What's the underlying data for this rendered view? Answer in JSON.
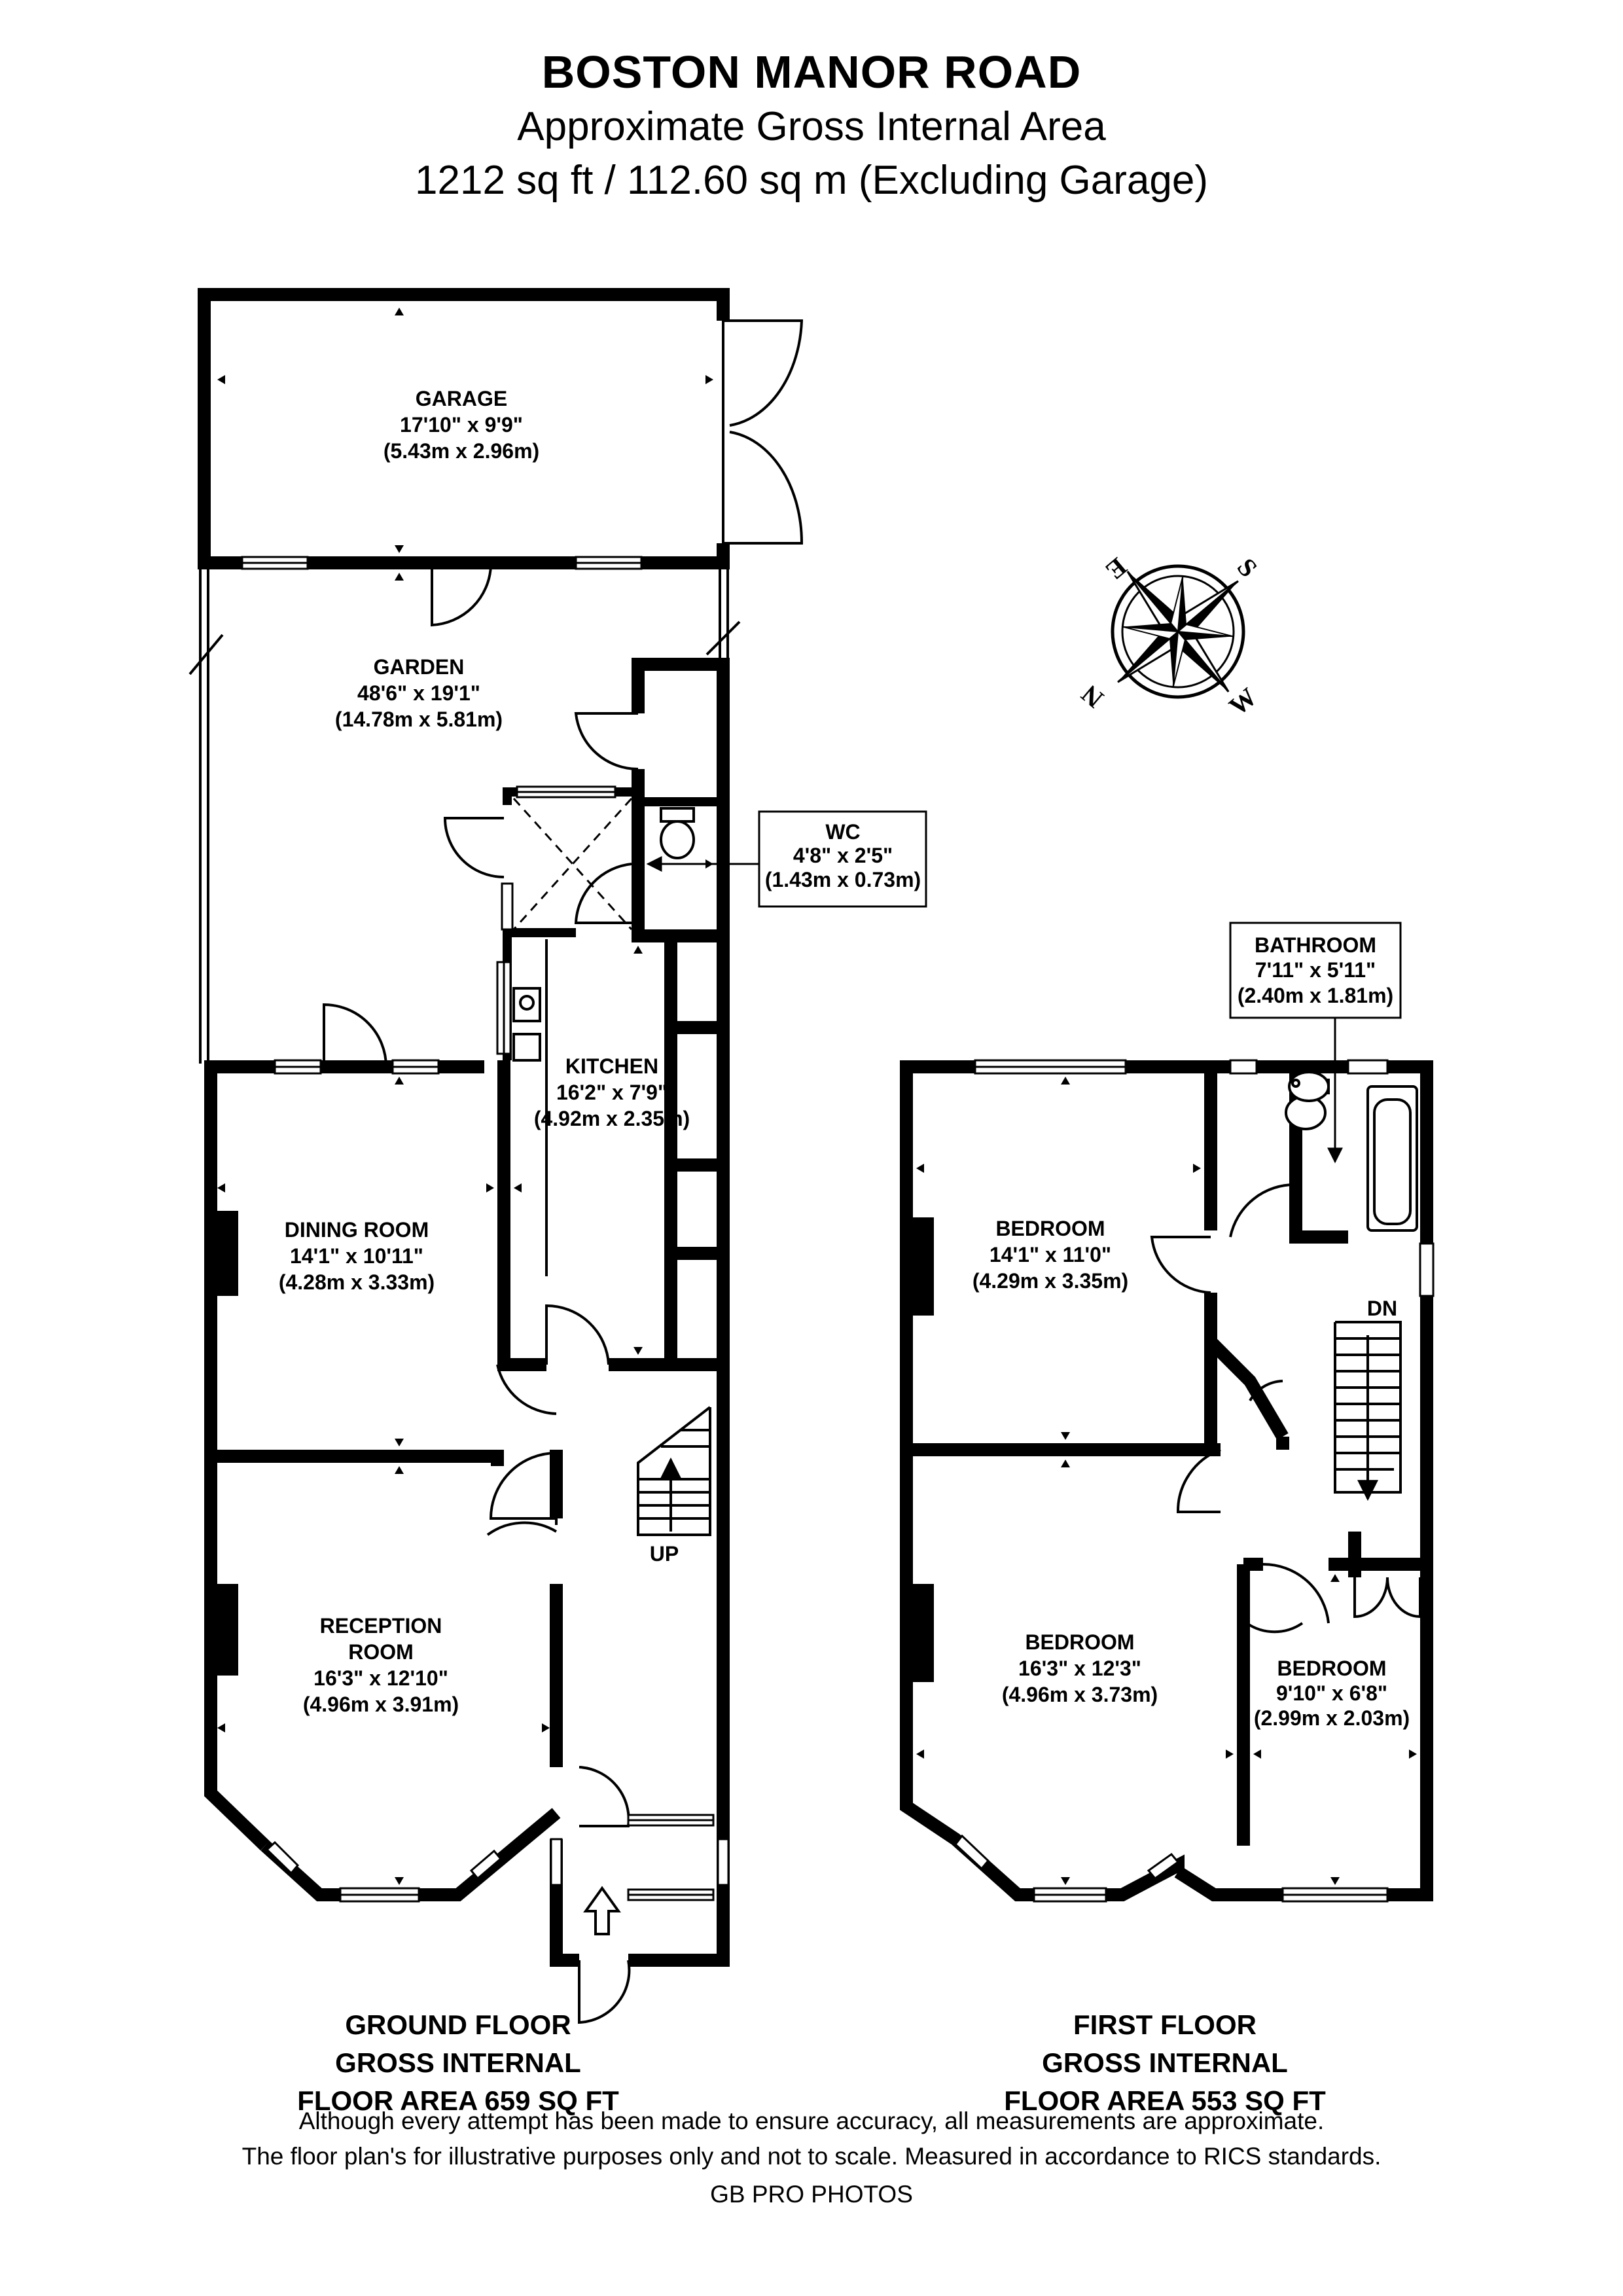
{
  "header": {
    "title": "BOSTON MANOR ROAD",
    "subtitle": "Approximate Gross Internal Area",
    "area": "1212 sq ft / 112.60 sq m (Excluding Garage)"
  },
  "rooms": {
    "garage": {
      "name": "GARAGE",
      "imperial": "17'10\" x 9'9\"",
      "metric": "(5.43m x 2.96m)"
    },
    "garden": {
      "name": "GARDEN",
      "imperial": "48'6\" x 19'1\"",
      "metric": "(14.78m x 5.81m)"
    },
    "wc": {
      "name": "WC",
      "imperial": "4'8\" x 2'5\"",
      "metric": "(1.43m x 0.73m)"
    },
    "kitchen": {
      "name": "KITCHEN",
      "imperial": "16'2\" x 7'9\"",
      "metric": "(4.92m x 2.35m)"
    },
    "dining": {
      "name": "DINING ROOM",
      "imperial": "14'1\" x 10'11\"",
      "metric": "(4.28m x 3.33m)"
    },
    "reception": {
      "name1": "RECEPTION",
      "name2": "ROOM",
      "imperial": "16'3\" x 12'10\"",
      "metric": "(4.96m x 3.91m)"
    },
    "bathroom": {
      "name": "BATHROOM",
      "imperial": "7'11\" x 5'11\"",
      "metric": "(2.40m x 1.81m)"
    },
    "bedroom1": {
      "name": "BEDROOM",
      "imperial": "14'1\" x 11'0\"",
      "metric": "(4.29m x 3.35m)"
    },
    "bedroom2": {
      "name": "BEDROOM",
      "imperial": "16'3\" x 12'3\"",
      "metric": "(4.96m x 3.73m)"
    },
    "bedroom3": {
      "name": "BEDROOM",
      "imperial": "9'10\" x 6'8\"",
      "metric": "(2.99m x 2.03m)"
    }
  },
  "stairs": {
    "up": "UP",
    "down": "DN"
  },
  "compass": {
    "n": "N",
    "s": "S",
    "e": "E",
    "w": "W"
  },
  "floors": {
    "ground": [
      "GROUND FLOOR",
      "GROSS INTERNAL",
      "FLOOR AREA 659 SQ FT"
    ],
    "first": [
      "FIRST FLOOR",
      "GROSS INTERNAL",
      "FLOOR AREA 553 SQ FT"
    ]
  },
  "footer": {
    "line1": "Although every attempt has been made to ensure accuracy, all measurements are approximate.",
    "line2": "The floor plan's for illustrative purposes only and not to scale. Measured in accordance to RICS standards.",
    "line3": "GB PRO PHOTOS"
  }
}
